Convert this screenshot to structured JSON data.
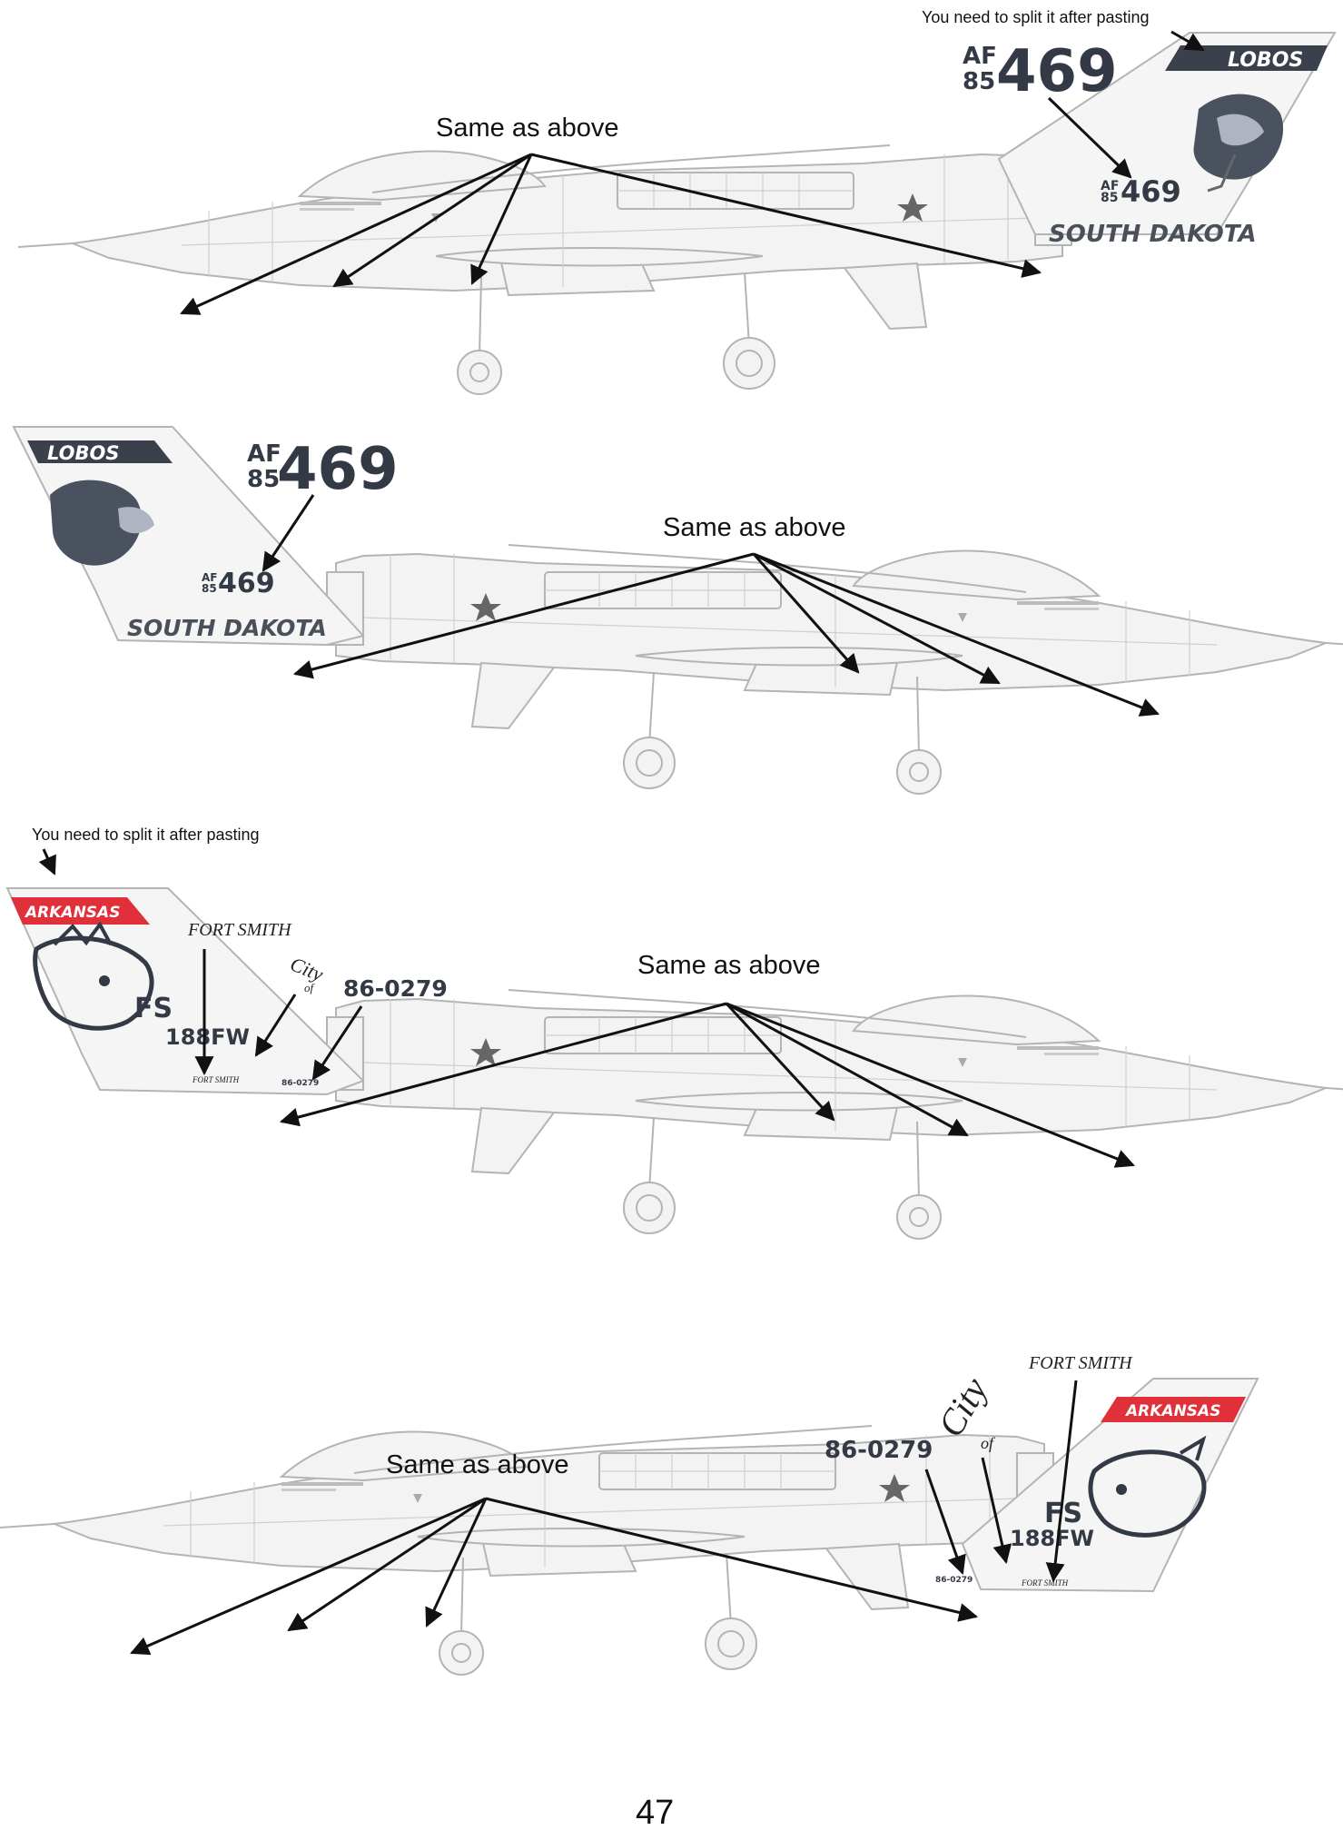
{
  "split_note": "You need to split it after pasting",
  "same_as_above": "Same as above",
  "page_number": "47",
  "colors": {
    "lobos_band": "#3a414d",
    "arkansas_band": "#e0303a",
    "serial_text": "#333a45",
    "aircraft_line": "#b4b4b4",
    "arrow": "#111111"
  },
  "lobos_aircraft": {
    "band_text": "LOBOS",
    "serial_prefix_top": "AF",
    "serial_prefix_bottom": "85",
    "serial_number": "469",
    "state_text": "SOUTH DAKOTA",
    "emblem": "wolf-icon"
  },
  "arkansas_aircraft": {
    "band_text": "ARKANSAS",
    "city_text": "FORT SMITH",
    "city_word": "City",
    "of_word": "of",
    "unit_code": "FS",
    "wing": "188FW",
    "serial": "86-0279",
    "emblem": "razorback-icon"
  }
}
